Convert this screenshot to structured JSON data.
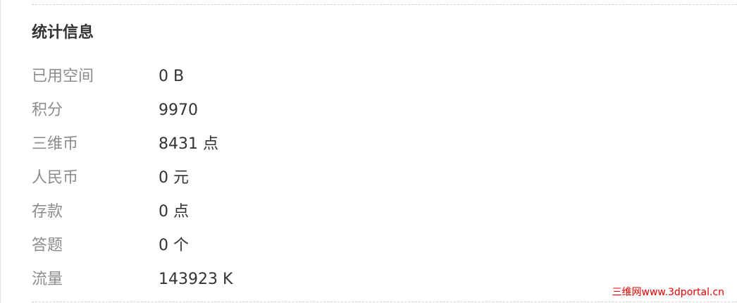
{
  "section": {
    "title": "统计信息",
    "stats": [
      {
        "label": "已用空间",
        "value": "0 B"
      },
      {
        "label": "积分",
        "value": "9970"
      },
      {
        "label": "三维币",
        "value": "8431 点"
      },
      {
        "label": "人民币",
        "value": "0 元"
      },
      {
        "label": "存款",
        "value": "0 点"
      },
      {
        "label": "答题",
        "value": "0 个"
      },
      {
        "label": "流量",
        "value": "143923 K"
      }
    ]
  },
  "watermark": {
    "text": "三维网www.3dportal.cn",
    "color": "#e60000"
  }
}
